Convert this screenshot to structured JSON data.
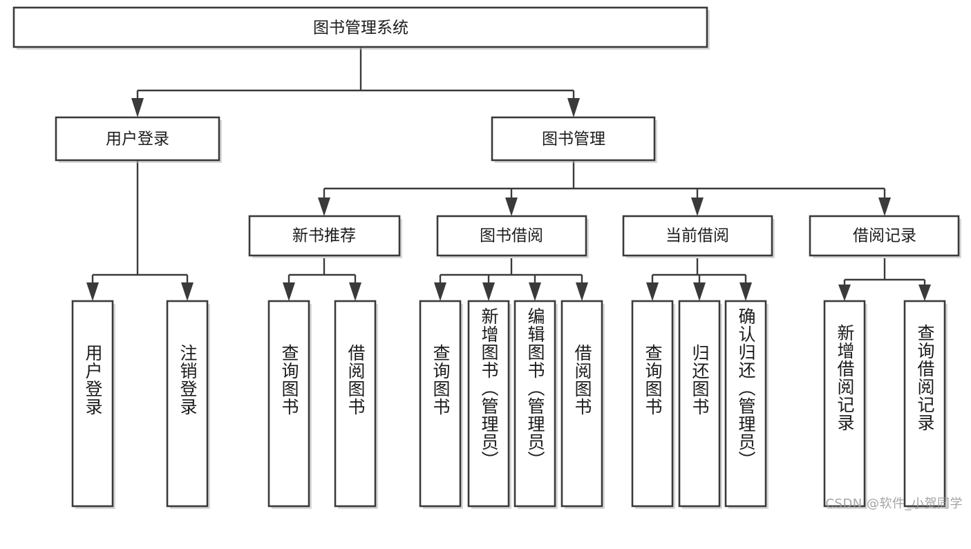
{
  "diagram": {
    "title": "图书管理系统",
    "type": "tree-hierarchy-chart",
    "orientation": "top-down",
    "colors": {
      "box_fill": "#ffffff",
      "box_stroke": "#3a3a3a",
      "text": "#1b1b1b",
      "connector": "#3a3a3a",
      "background": "#ffffff",
      "watermark": "#9a9a9a"
    },
    "root": {
      "label": "图书管理系统"
    },
    "level2": [
      {
        "label": "用户登录"
      },
      {
        "label": "图书管理"
      }
    ],
    "level3": [
      {
        "label": "新书推荐"
      },
      {
        "label": "图书借阅"
      },
      {
        "label": "当前借阅"
      },
      {
        "label": "借阅记录"
      }
    ],
    "leaves": {
      "user_login": [
        {
          "label": "用户登录"
        },
        {
          "label": "注销登录"
        }
      ],
      "new_book_recommend": [
        {
          "label": "查询图书"
        },
        {
          "label": "借阅图书"
        }
      ],
      "book_borrow": [
        {
          "label": "查询图书"
        },
        {
          "label": "新增图书（管理员）"
        },
        {
          "label": "编辑图书（管理员）"
        },
        {
          "label": "借阅图书"
        }
      ],
      "current_borrow": [
        {
          "label": "查询图书"
        },
        {
          "label": "归还图书"
        },
        {
          "label": "确认归还（管理员）"
        }
      ],
      "borrow_record": [
        {
          "label": "新增借阅记录"
        },
        {
          "label": "查询借阅记录"
        }
      ]
    }
  },
  "watermark": {
    "text": "CSDN @软件_小贺同学"
  }
}
